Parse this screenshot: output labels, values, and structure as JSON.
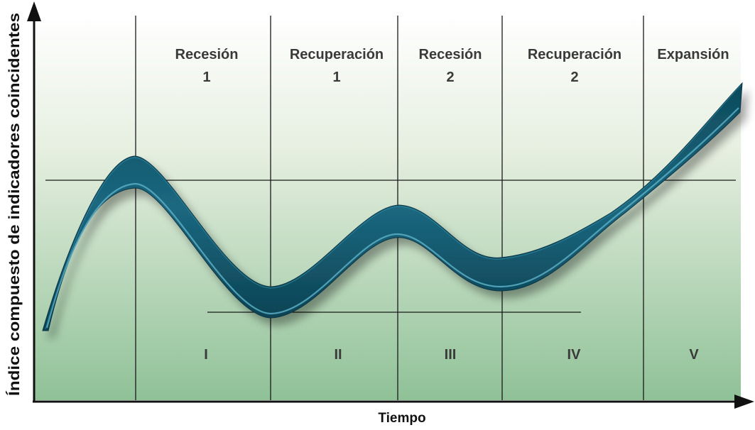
{
  "axes": {
    "x_label": "Tiempo",
    "y_label": "Índice compuesto de indicadores coincidentes"
  },
  "phases": [
    {
      "line1": "Recesión",
      "line2": "1",
      "roman": "I"
    },
    {
      "line1": "Recuperación",
      "line2": "1",
      "roman": "II"
    },
    {
      "line1": "Recesión",
      "line2": "2",
      "roman": "III"
    },
    {
      "line1": "Recuperación",
      "line2": "2",
      "roman": "IV"
    },
    {
      "line1": "Expansión",
      "line2": "",
      "roman": "V"
    }
  ],
  "colors": {
    "background_top": "#ffffff",
    "background_bottom": "#8fc197",
    "curve_dark": "#0e4a5c",
    "curve_mid": "#1e6f86",
    "curve_light": "#4a9cb2",
    "lines": "#1a1a1a",
    "label_text": "#3a3a3a"
  }
}
